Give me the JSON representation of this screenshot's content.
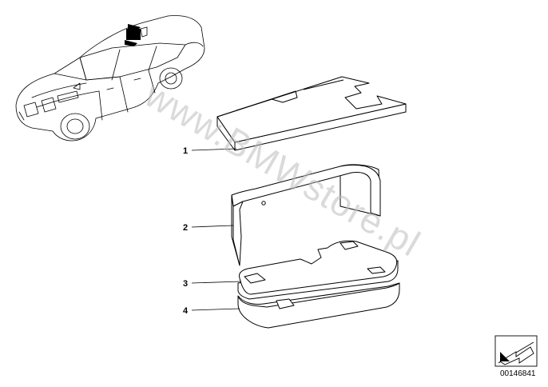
{
  "watermark": "www.BMWstore.pl",
  "callouts": [
    {
      "label": "1"
    },
    {
      "label": "2"
    },
    {
      "label": "3"
    },
    {
      "label": "4"
    }
  ],
  "diagram_id": "00146841",
  "icons": {
    "car": "car-overview-icon",
    "location_marker": "install-location-marker-icon",
    "corner": "page-corner-arrow-icon"
  }
}
